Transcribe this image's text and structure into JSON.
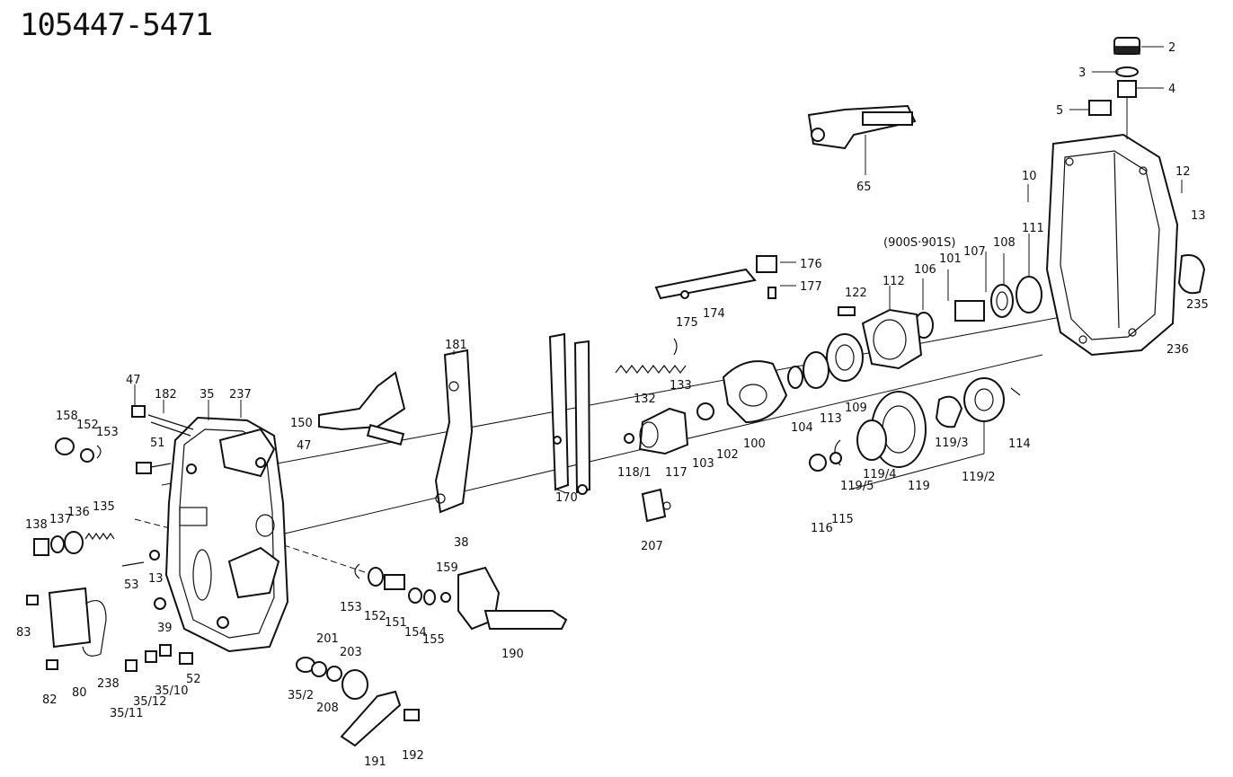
{
  "title": "105447-5471",
  "labels": [
    "2",
    "3",
    "4",
    "5",
    "65",
    "10",
    "12",
    "13",
    "(900S·901S)",
    "101",
    "107",
    "108",
    "111",
    "176",
    "177",
    "174",
    "175",
    "122",
    "112",
    "106",
    "235",
    "236",
    "181",
    "133",
    "132",
    "113",
    "109",
    "104",
    "100",
    "102",
    "103",
    "117",
    "118/1",
    "170",
    "207",
    "119/3",
    "114",
    "119",
    "119/2",
    "119/4",
    "119/5",
    "115",
    "116",
    "47",
    "182",
    "35",
    "237",
    "150",
    "158",
    "152",
    "153",
    "51",
    "38",
    "138",
    "137",
    "136",
    "135",
    "53",
    "83",
    "82",
    "80",
    "238",
    "39",
    "35/11",
    "35/12",
    "35/10",
    "52",
    "201",
    "203",
    "35/2",
    "208",
    "191",
    "192",
    "159",
    "153",
    "152",
    "151",
    "154",
    "155",
    "190",
    "47",
    "13"
  ]
}
